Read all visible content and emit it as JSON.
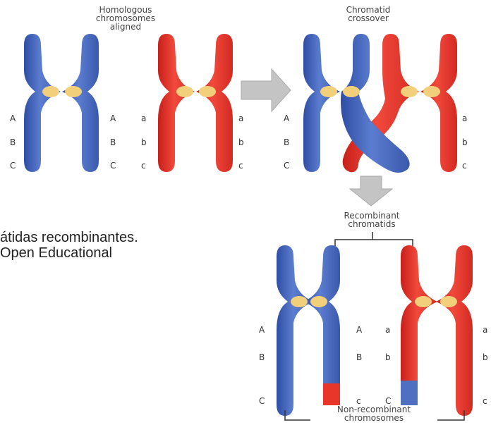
{
  "captions": {
    "homologous": "Homologous\nchromosomes\naligned",
    "crossover": "Chromatid\ncrossover",
    "recombinant": "Recombinant\nchromatids",
    "non_recombinant": "Non-recombinant\nchromosomes"
  },
  "loci": {
    "upper": [
      "A",
      "B",
      "C"
    ],
    "lower": [
      "a",
      "b",
      "c"
    ]
  },
  "body_text": {
    "line1": "átidas recombinantes.",
    "line2": "Open Educational"
  },
  "colors": {
    "blue": "#4f6fc0",
    "red": "#e8362b",
    "centromere": "#f2cf7a",
    "arrow": "#bfbfbf"
  }
}
